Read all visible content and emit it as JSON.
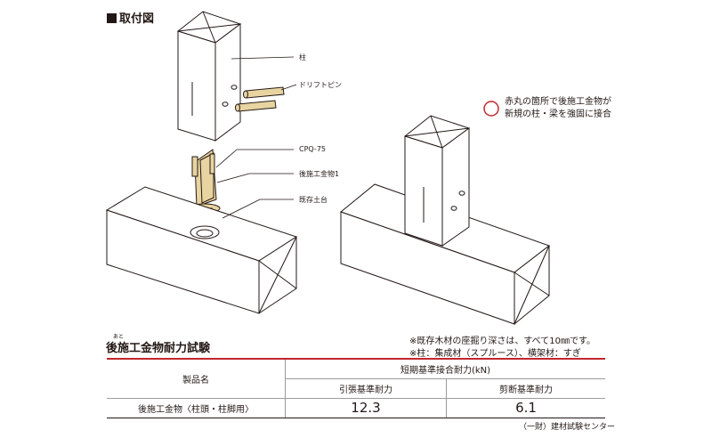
{
  "install_title": "取付図",
  "labels": {
    "pillar": "柱",
    "drift_pin": "ドリフトピン",
    "cpq": "CPQ-75",
    "retrofit_hardware": "後施工金物1",
    "existing_sill": "既存土台"
  },
  "legend_text": "赤丸の箇所で後施工金物が新規の柱・梁を強固に接合",
  "test": {
    "ruby": "あと",
    "title": "後施工金物耐力試験",
    "notes": [
      "※既存木材の座掘り深さは、すべて10㎜です。",
      "※柱：集成材（スプルース）、横架材：すぎ"
    ]
  },
  "table": {
    "product_header": "製品名",
    "group_header": "短期基準接合耐力(kN)",
    "col_tension": "引張基準耐力",
    "col_shear": "剪断基準耐力",
    "rows": [
      {
        "product": "後施工金物〈柱頭・柱脚用〉",
        "tension": "12.3",
        "shear": "6.1"
      }
    ]
  },
  "source": "（一財）建材試験センター",
  "colors": {
    "accent_red": "#c1272d",
    "hardware": "#e8d4a0",
    "line": "#231815"
  }
}
